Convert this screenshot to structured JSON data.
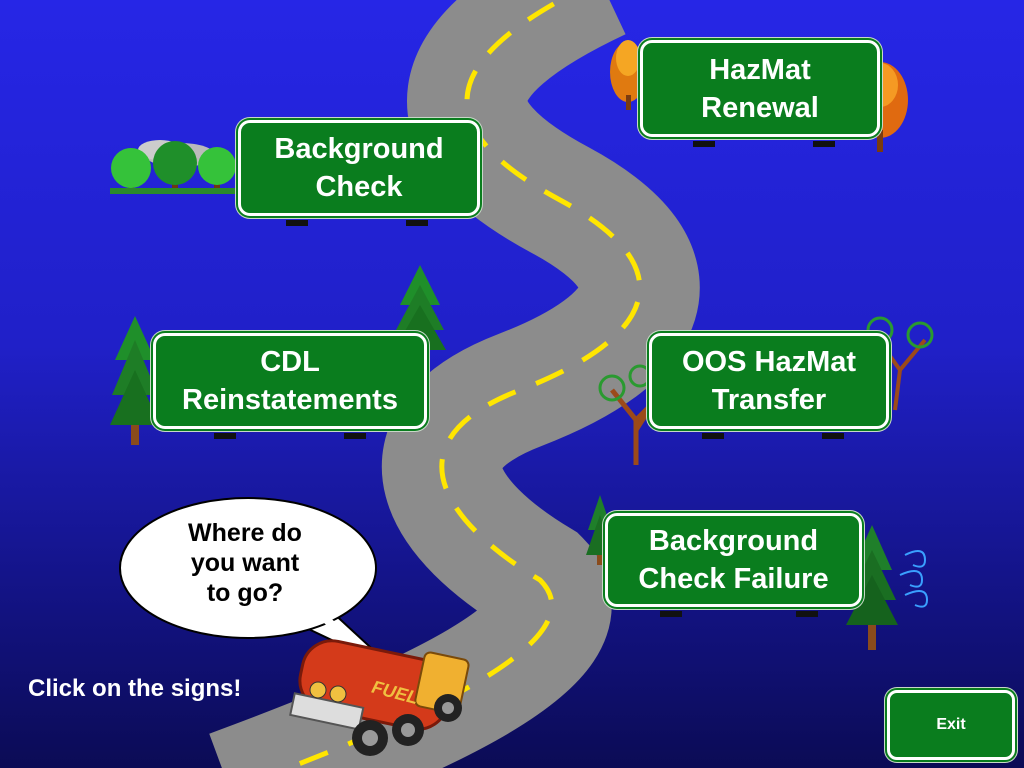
{
  "signs": {
    "hazmat_renewal": {
      "line1": "HazMat",
      "line2": "Renewal"
    },
    "background_check": {
      "line1": "Background",
      "line2": "Check"
    },
    "cdl_reinstatements": {
      "line1": "CDL",
      "line2": "Reinstatements"
    },
    "oos_hazmat_transfer": {
      "line1": "OOS HazMat",
      "line2": "Transfer"
    },
    "background_check_failure": {
      "line1": "Background",
      "line2": "Check Failure"
    }
  },
  "speech_bubble": {
    "line1": "Where do",
    "line2": "you want",
    "line3": "to go?"
  },
  "hint_text": "Click on the signs!",
  "exit_label": "Exit",
  "truck_label": "FUEL",
  "colors": {
    "background_top": "#2626e6",
    "background_bottom": "#0b0b55",
    "sign_green": "#0a7d1e",
    "road_gray": "#8c8c8c",
    "road_line_yellow": "#ffe600"
  }
}
